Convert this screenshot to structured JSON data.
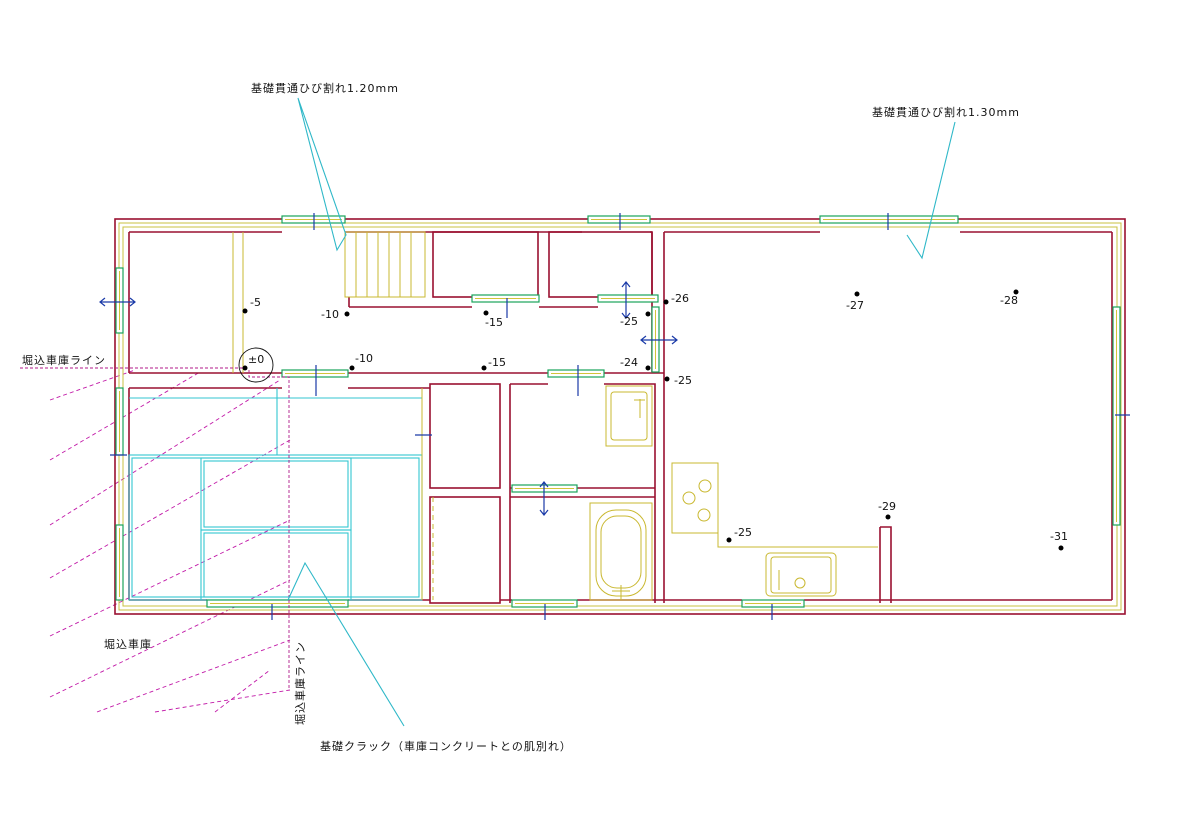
{
  "annotations": {
    "crack_left": "基礎貫通ひび割れ1.20mm",
    "crack_right": "基礎貫通ひび割れ1.30mm",
    "crack_bottom": "基礎クラック（車庫コンクリートとの肌別れ）",
    "garage_line_left": "堀込車庫ライン",
    "garage_label": "堀込車庫",
    "garage_line_vertical": "堀込車庫ライン"
  },
  "levels": [
    {
      "label": "-5"
    },
    {
      "label": "-10"
    },
    {
      "label": "±0"
    },
    {
      "label": "-10"
    },
    {
      "label": "-15"
    },
    {
      "label": "-15"
    },
    {
      "label": "-25"
    },
    {
      "label": "-26"
    },
    {
      "label": "-24"
    },
    {
      "label": "-25"
    },
    {
      "label": "-27"
    },
    {
      "label": "-28"
    },
    {
      "label": "-29"
    },
    {
      "label": "-25"
    },
    {
      "label": "-31"
    }
  ],
  "colors": {
    "wall": "#9a1030",
    "window": "#19a35a",
    "door_mark": "#1a3aa8",
    "leader": "#2fb8c8",
    "garage_hatch": "#c21aa8",
    "fixture": "#c9b830"
  }
}
